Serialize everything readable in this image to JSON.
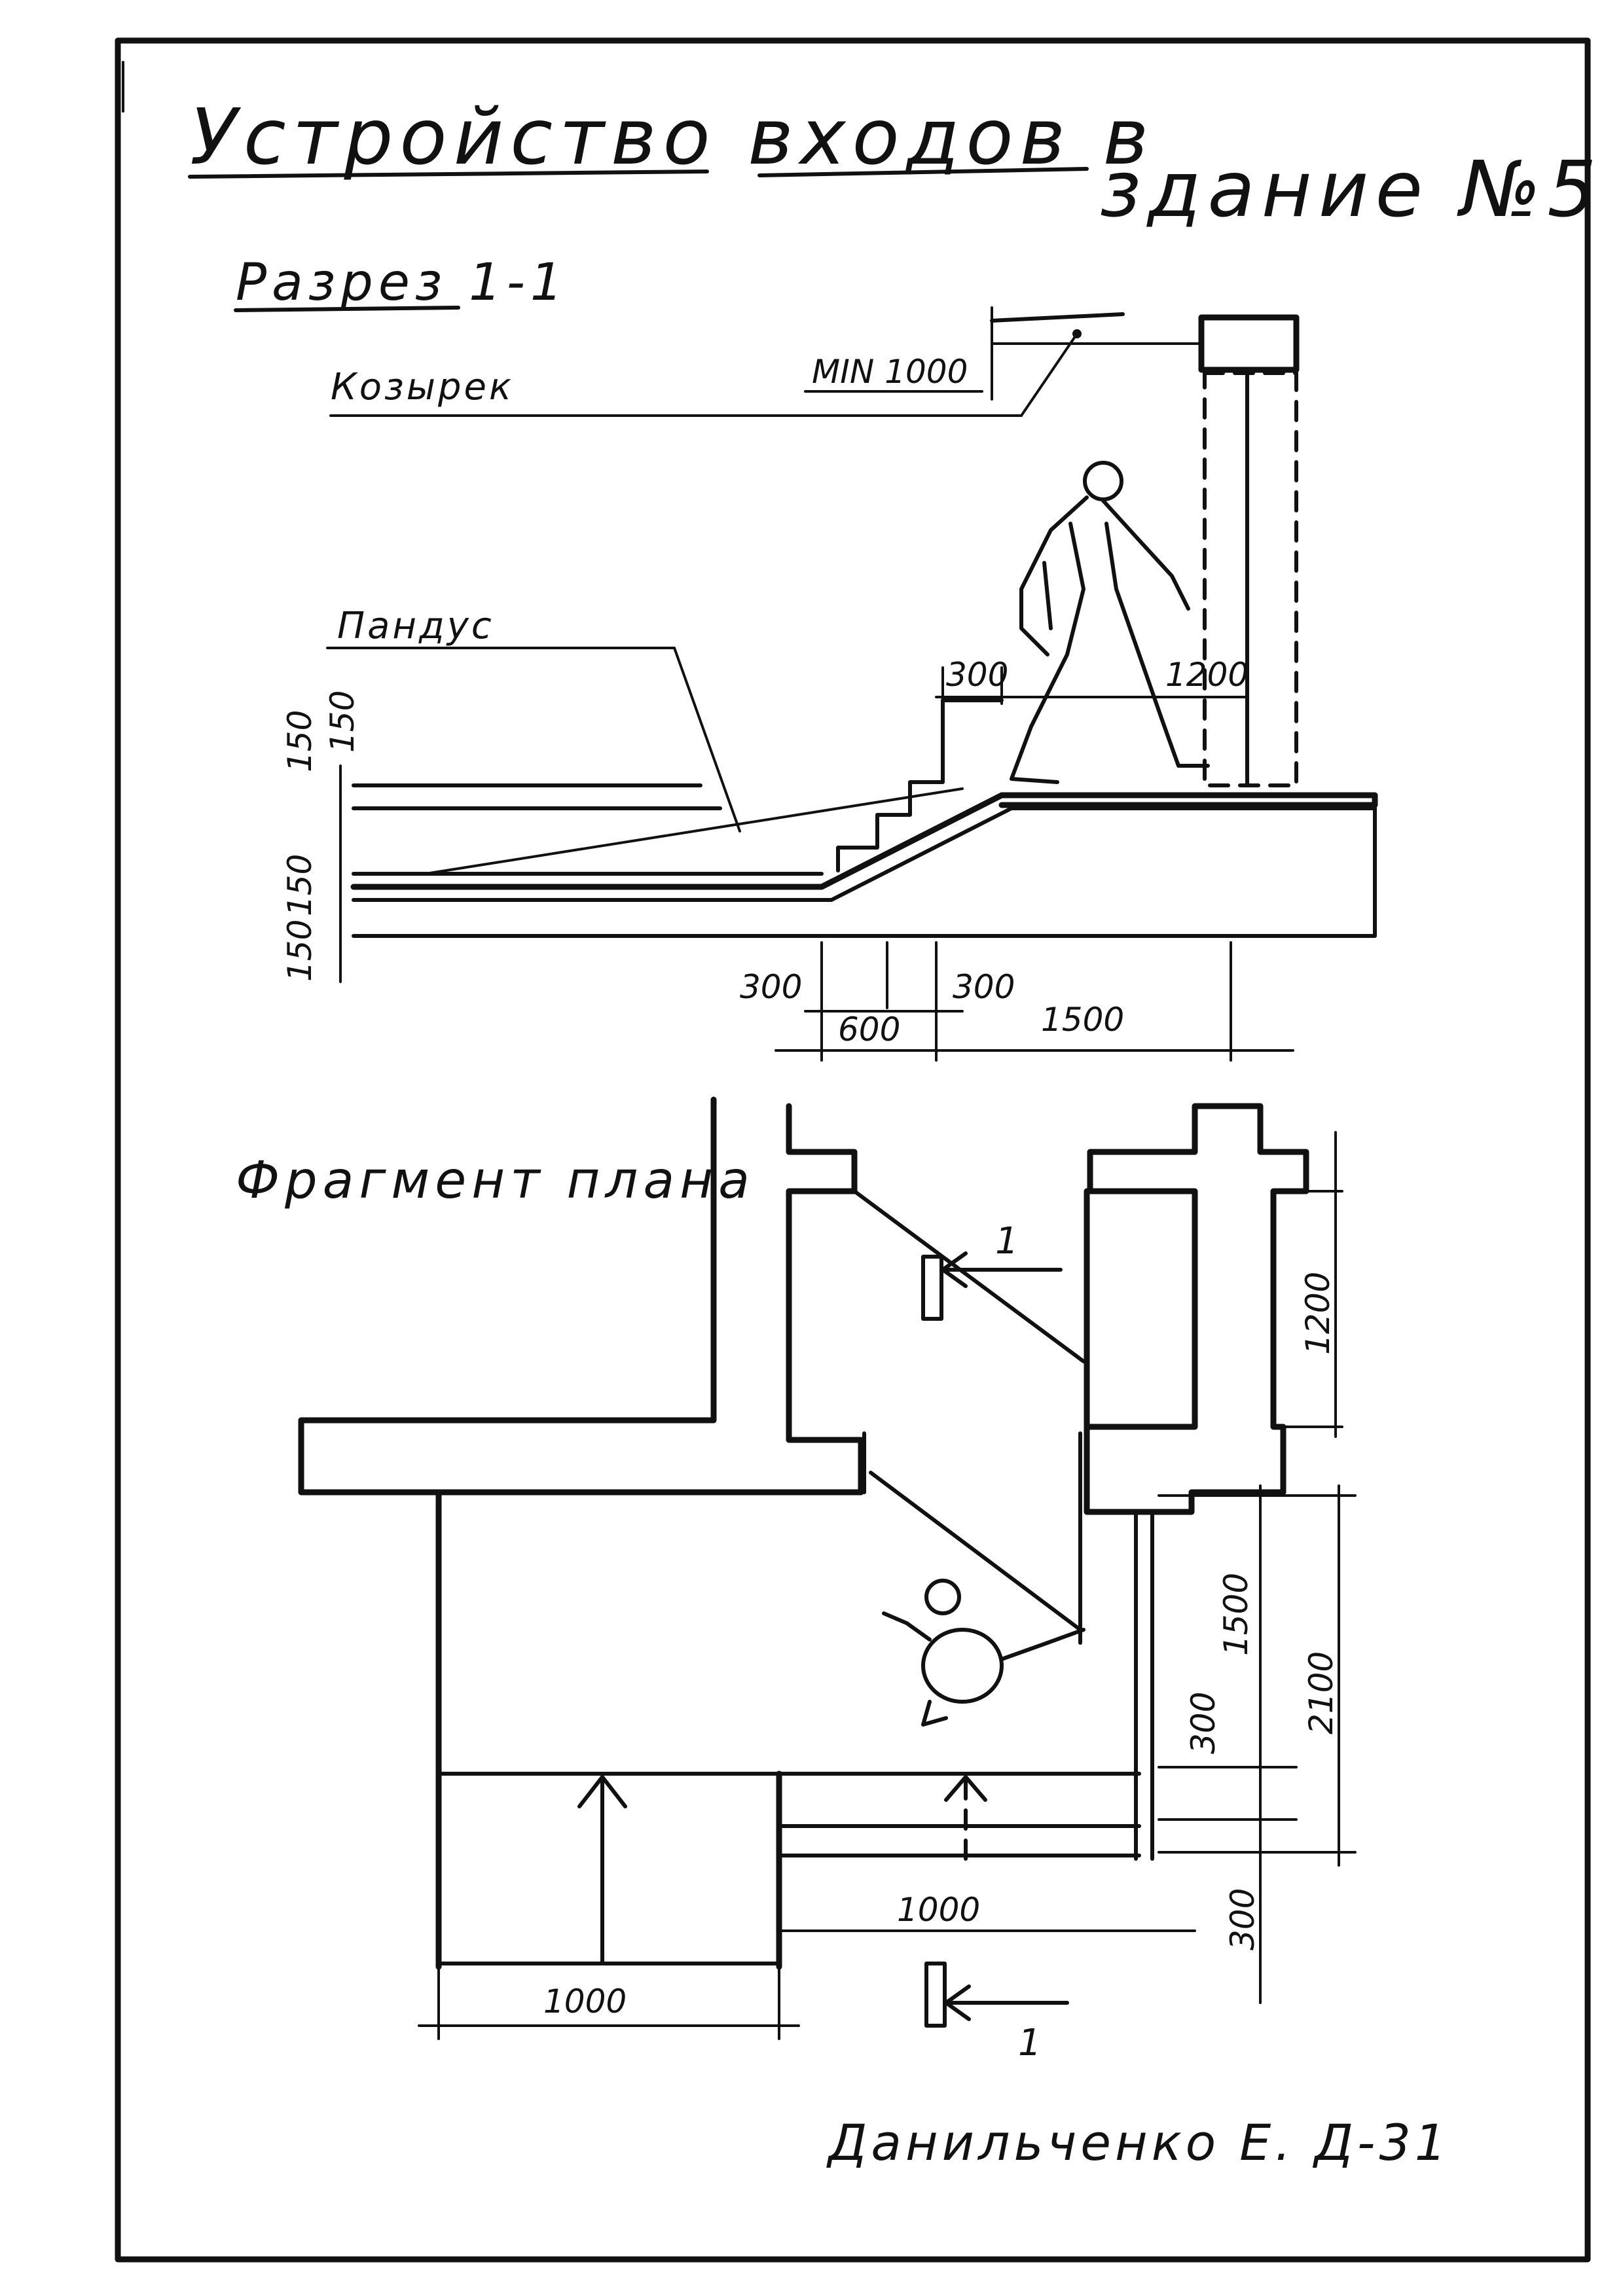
{
  "title": {
    "line1": "Устройство входов в",
    "line2": "здание №5"
  },
  "section": {
    "heading": "Разрез 1-1",
    "canopy_label": "Козырек",
    "canopy_dim": "MIN 1000",
    "ramp_label": "Пандус",
    "dims": {
      "d300_top": "300",
      "d1200_top": "1200",
      "d150_a": "150",
      "d150_b": "150",
      "d150_c": "150",
      "d150_d": "150",
      "d300_bl": "300",
      "d300_br": "300",
      "d600": "600",
      "d1500": "1500"
    }
  },
  "plan": {
    "heading": "Фрагмент плана",
    "section_mark_top": "1",
    "section_mark_bottom": "1",
    "dims": {
      "d1200": "1200",
      "d1500": "1500",
      "d2100": "2100",
      "d300_a": "300",
      "d300_b": "300",
      "d1000_mid": "1000",
      "d1000_bottom": "1000"
    }
  },
  "signature": "Данильченко Е. Д-31"
}
